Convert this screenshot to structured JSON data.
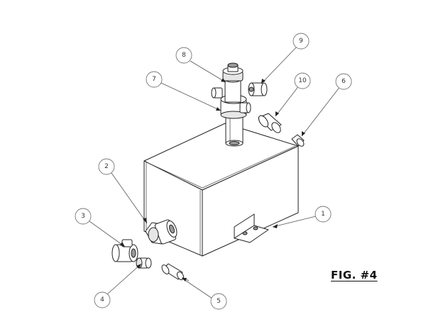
{
  "figure": {
    "label": "FIG. #4"
  },
  "balloons": [
    {
      "id": "balloon-1",
      "number": "1"
    },
    {
      "id": "balloon-2",
      "number": "2"
    },
    {
      "id": "balloon-3",
      "number": "3"
    },
    {
      "id": "balloon-4",
      "number": "4"
    },
    {
      "id": "balloon-5",
      "number": "5"
    },
    {
      "id": "balloon-6",
      "number": "6"
    },
    {
      "id": "balloon-7",
      "number": "7"
    },
    {
      "id": "balloon-8",
      "number": "8"
    },
    {
      "id": "balloon-9",
      "number": "9"
    },
    {
      "id": "balloon-10",
      "number": "10"
    }
  ]
}
